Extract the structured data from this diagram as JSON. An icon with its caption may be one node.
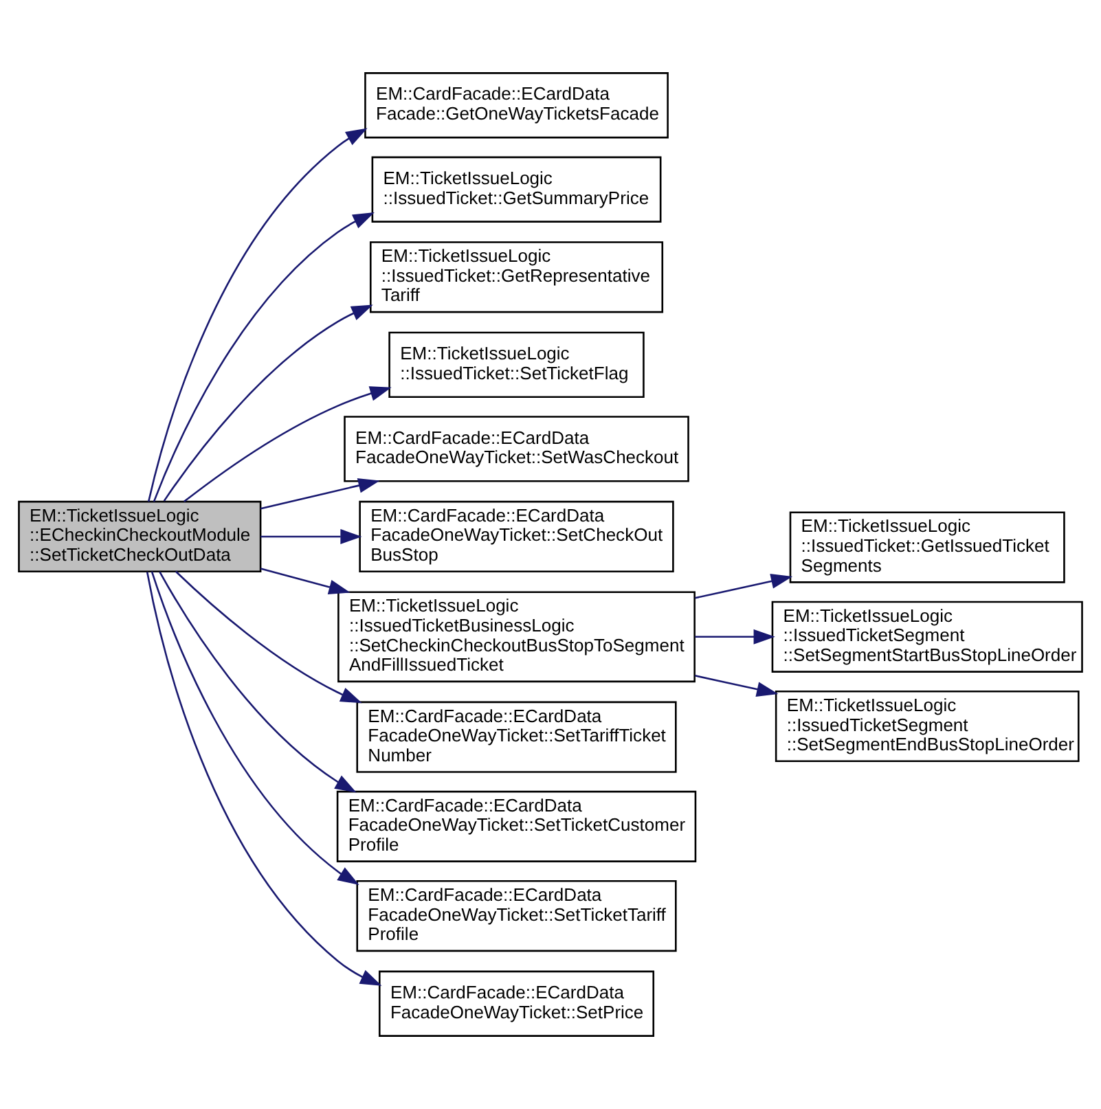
{
  "diagram": {
    "nodes": [
      {
        "text": [
          "EM::TicketIssueLogic ::ECheckinCheckoutModule ::SetTicketCheckOutData"
        ]
      },
      {
        "text": [
          "EM::CardFacade::ECardData Facade::GetOneWayTicketsFacade"
        ]
      },
      {
        "text": [
          "EM::TicketIssueLogic ::IssuedTicket::GetSummaryPrice"
        ]
      },
      {
        "text": [
          "EM::TicketIssueLogic ::IssuedTicket::GetRepresentative Tariff"
        ]
      },
      {
        "text": [
          "EM::TicketIssueLogic ::IssuedTicket::SetTicketFlag"
        ]
      },
      {
        "text": [
          "EM::CardFacade::ECardData FacadeOneWayTicket::SetWasCheckout"
        ]
      },
      {
        "text": [
          "EM::CardFacade::ECardData FacadeOneWayTicket::SetCheckOut BusStop"
        ]
      },
      {
        "text": [
          "EM::TicketIssueLogic ::IssuedTicketBusinessLogic ::SetCheckinCheckoutBusStopToSegment AndFillIssuedTicket"
        ]
      },
      {
        "text": [
          "EM::TicketIssueLogic ::IssuedTicket::GetIssuedTicket Segments"
        ]
      },
      {
        "text": [
          "EM::TicketIssueLogic ::IssuedTicketSegment ::SetSegmentStartBusStopLineOrder"
        ]
      },
      {
        "text": [
          "EM::TicketIssueLogic ::IssuedTicketSegment ::SetSegmentEndBusStopLineOrder"
        ]
      },
      {
        "text": [
          "EM::CardFacade::ECardData FacadeOneWayTicket::SetTariffTicket Number"
        ]
      },
      {
        "text": [
          "EM::CardFacade::ECardData FacadeOneWayTicket::SetTicketCustomer Profile"
        ]
      },
      {
        "text": [
          "EM::CardFacade::ECardData FacadeOneWayTicket::SetTicketTariff Profile"
        ]
      },
      {
        "text": [
          "EM::CardFacade::ECardData FacadeOneWayTicket::SetPrice"
        ]
      }
    ],
    "edges": [
      {
        "from": 0,
        "to": 1,
        "arrow": "to"
      },
      {
        "from": 0,
        "to": 2,
        "arrow": "to"
      },
      {
        "from": 0,
        "to": 3,
        "arrow": "to"
      },
      {
        "from": 0,
        "to": 4,
        "arrow": "to"
      },
      {
        "from": 0,
        "to": 5,
        "arrow": "to"
      },
      {
        "from": 0,
        "to": 6,
        "arrow": "to"
      },
      {
        "from": 0,
        "to": 7,
        "arrow": "to"
      },
      {
        "from": 7,
        "to": 8,
        "arrow": "to"
      },
      {
        "from": 7,
        "to": 9,
        "arrow": "to"
      },
      {
        "from": 7,
        "to": 10,
        "arrow": "to"
      },
      {
        "from": 0,
        "to": 11,
        "arrow": "to"
      },
      {
        "from": 0,
        "to": 12,
        "arrow": "to"
      },
      {
        "from": 0,
        "to": 13,
        "arrow": "to"
      },
      {
        "from": 0,
        "to": 14,
        "arrow": "to"
      }
    ]
  }
}
